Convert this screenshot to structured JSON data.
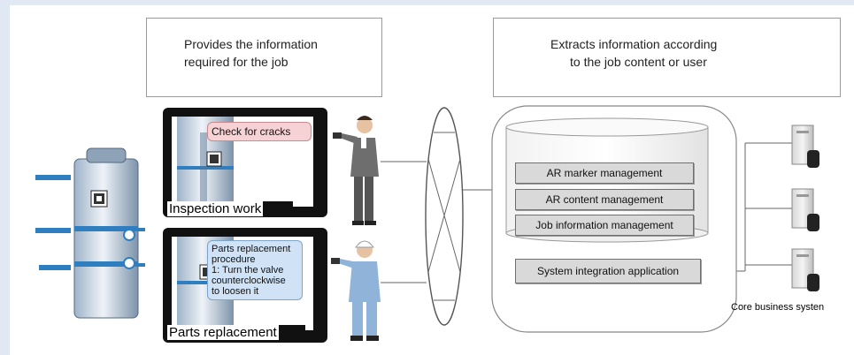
{
  "callouts": {
    "left_line1": "Provides the information",
    "left_line2": "required for the job",
    "right_line1": "Extracts information according",
    "right_line2": "to the job content or user"
  },
  "devices": {
    "inspection": {
      "bubble": "Check for cracks",
      "caption": "Inspection work"
    },
    "replacement": {
      "bubble_lines": [
        "Parts replacement",
        "procedure",
        "1: Turn the valve",
        "counterclockwise",
        "to loosen it"
      ],
      "caption": "Parts replacement"
    }
  },
  "modules": [
    "AR marker management",
    "AR content management",
    "Job information management"
  ],
  "integration": "System integration application",
  "core_label": "Core business systen",
  "colors": {
    "bubble_pink": "#f7d2d5",
    "bubble_blue": "#cfe2f6",
    "tank_blue": "#2f7fc0",
    "module_gray": "#d9d9d9"
  }
}
